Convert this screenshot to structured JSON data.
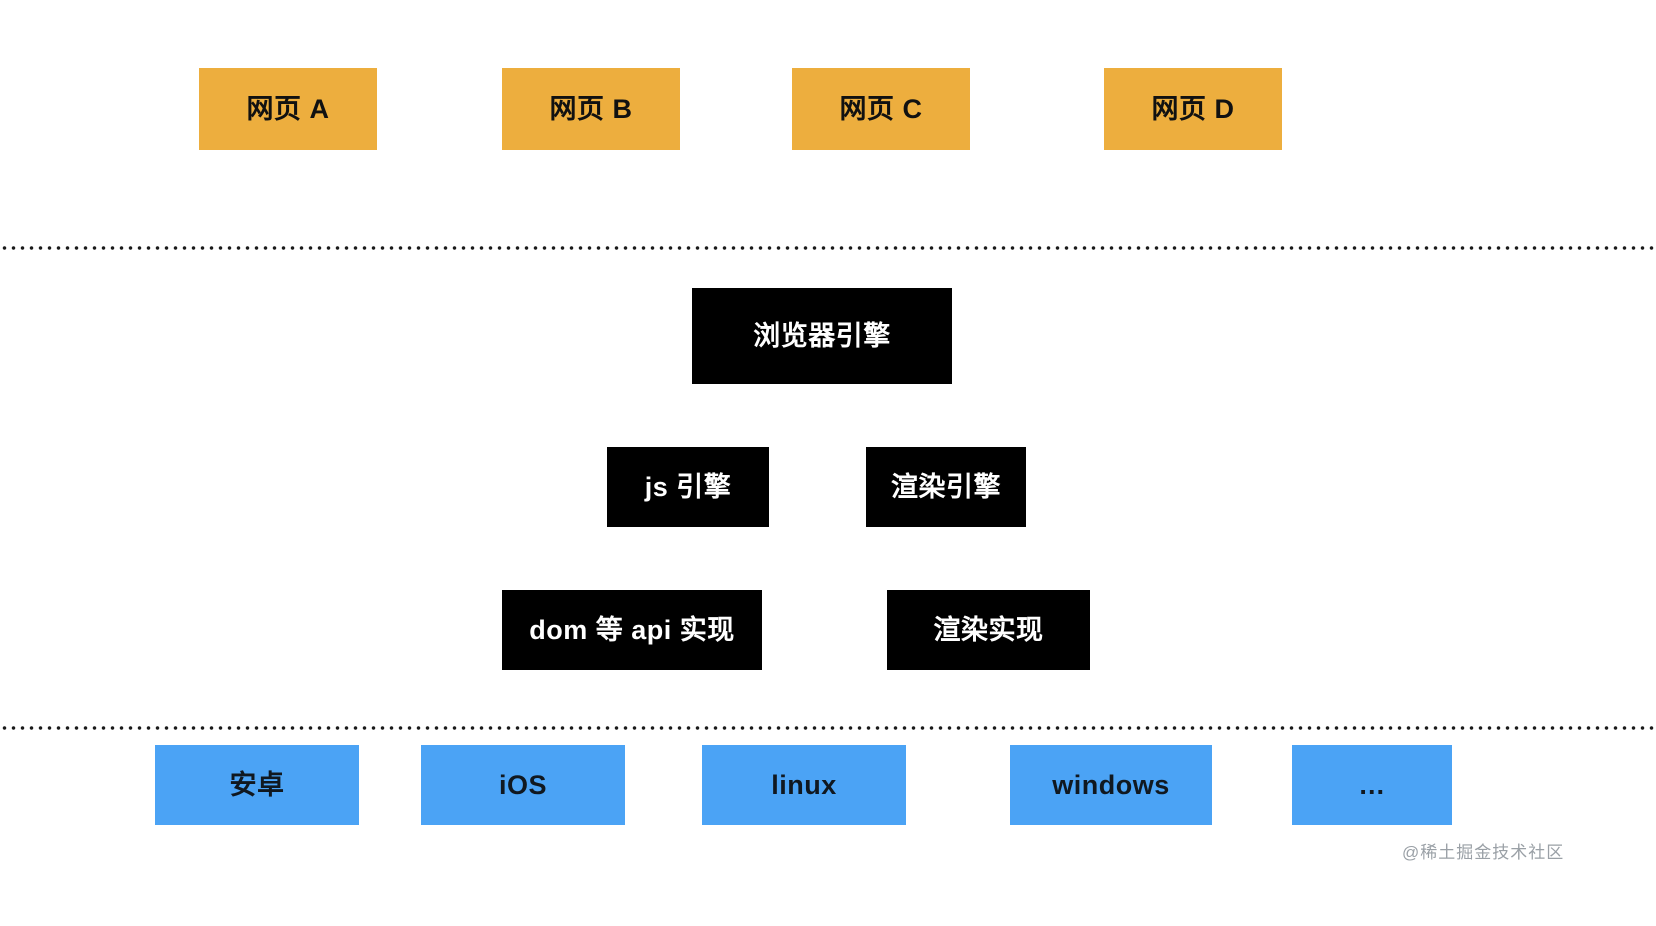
{
  "diagram": {
    "title": "browser-architecture-layers",
    "colors": {
      "page_layer": "#EDAE3E",
      "engine_layer": "#000000",
      "os_layer": "#4BA3F5",
      "divider": "#1a1a1a",
      "watermark": "#9aa0a6"
    },
    "layers": [
      {
        "name": "web-pages",
        "boxes": [
          {
            "label": "网页 A"
          },
          {
            "label": "网页 B"
          },
          {
            "label": "网页 C"
          },
          {
            "label": "网页 D"
          }
        ]
      },
      {
        "name": "browser-engine",
        "boxes": [
          {
            "label": "浏览器引擎"
          },
          {
            "label": "js 引擎"
          },
          {
            "label": "渲染引擎"
          },
          {
            "label": "dom 等 api 实现"
          },
          {
            "label": "渲染实现"
          }
        ]
      },
      {
        "name": "operating-systems",
        "boxes": [
          {
            "label": "安卓"
          },
          {
            "label": "iOS"
          },
          {
            "label": "linux"
          },
          {
            "label": "windows"
          },
          {
            "label": "…"
          }
        ]
      }
    ],
    "dividers": [
      {
        "name": "divider-pages-engine"
      },
      {
        "name": "divider-engine-os"
      }
    ],
    "watermark": "@稀土掘金技术社区"
  }
}
